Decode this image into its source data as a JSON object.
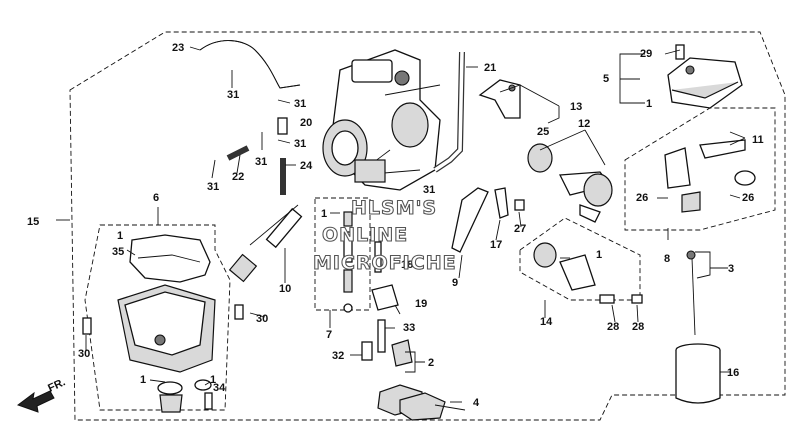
{
  "watermark": {
    "line1": "HLSM'S",
    "line2": "ONLINE",
    "line3": "MICROFICHE"
  },
  "front_arrow": "FR.",
  "callouts": [
    "1",
    "2",
    "3",
    "4",
    "5",
    "6",
    "7",
    "8",
    "9",
    "10",
    "11",
    "12",
    "13",
    "14",
    "15",
    "16",
    "17",
    "18",
    "19",
    "20",
    "21",
    "22",
    "23",
    "24",
    "25",
    "26",
    "27",
    "28",
    "29",
    "30",
    "31",
    "32",
    "33",
    "34",
    "35"
  ],
  "colors": {
    "line": "#111111",
    "fill": "#ffffff",
    "shade": "#d9d9d9"
  }
}
